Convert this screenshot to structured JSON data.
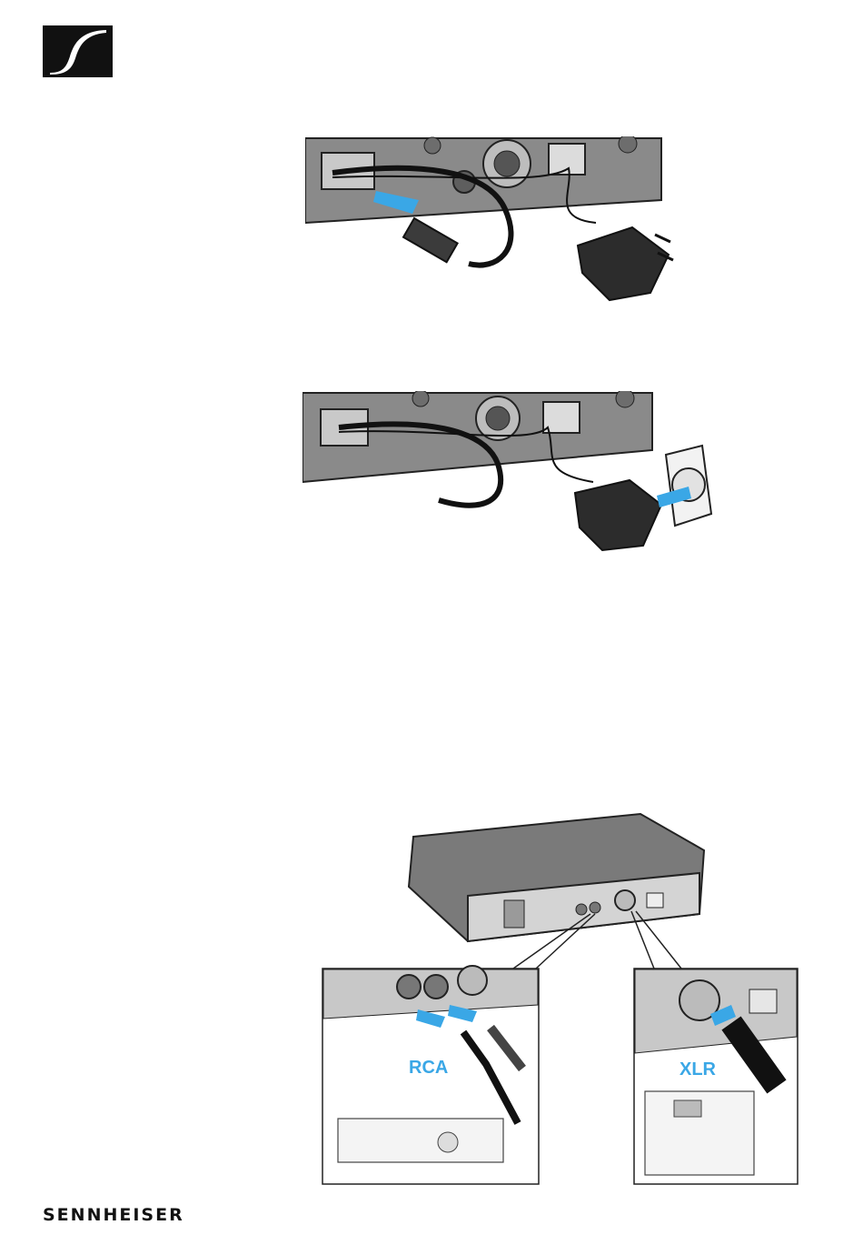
{
  "brand": {
    "wordmark": "SENNHEISER",
    "logo_icon": "sennheiser-s-logo-icon"
  },
  "figures": {
    "connect_power": {
      "icon": "power-plug-insertion-illustration"
    },
    "plug_into_socket": {
      "icon": "wall-socket-illustration"
    },
    "audio_outputs": {
      "icon": "receiver-audio-outputs-illustration",
      "rca_label": "RCA",
      "xlr_label": "XLR"
    }
  },
  "colors": {
    "arrow_blue": "#3aa7e6",
    "device_grey": "#8a8a8a",
    "panel_light": "#cfcfcf",
    "ink": "#111111"
  }
}
